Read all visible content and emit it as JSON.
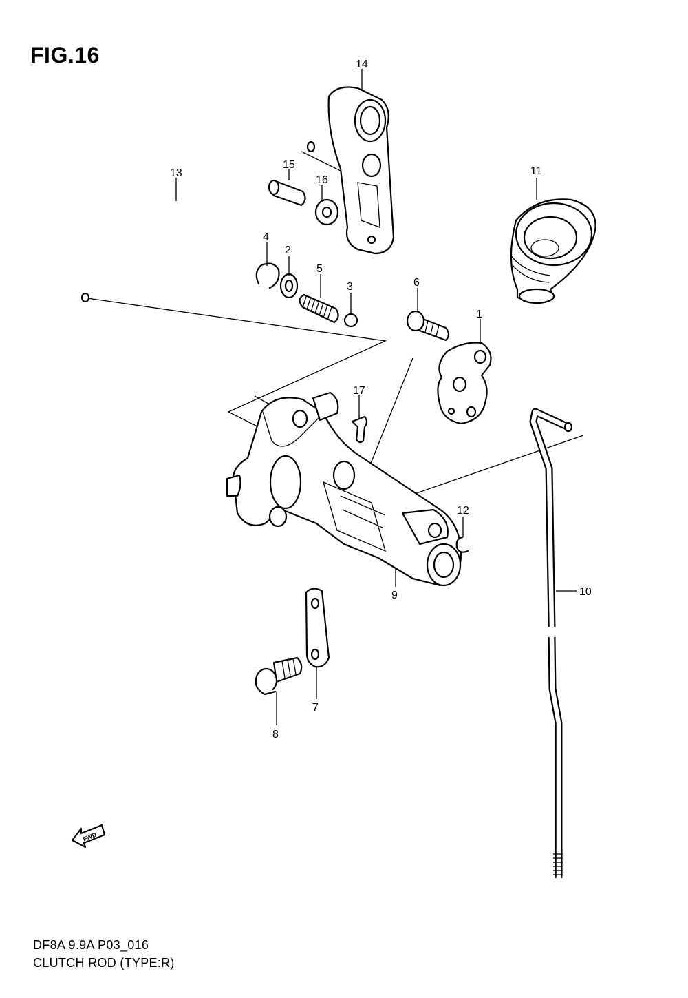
{
  "figure": {
    "title": "FIG.16",
    "code": "DF8A 9.9A P03_016",
    "name": "CLUTCH ROD (TYPE:R)"
  },
  "callouts": [
    "1",
    "2",
    "3",
    "4",
    "5",
    "6",
    "7",
    "8",
    "9",
    "10",
    "11",
    "12",
    "13",
    "14",
    "15",
    "16",
    "17"
  ],
  "fwd_label": "FWD"
}
